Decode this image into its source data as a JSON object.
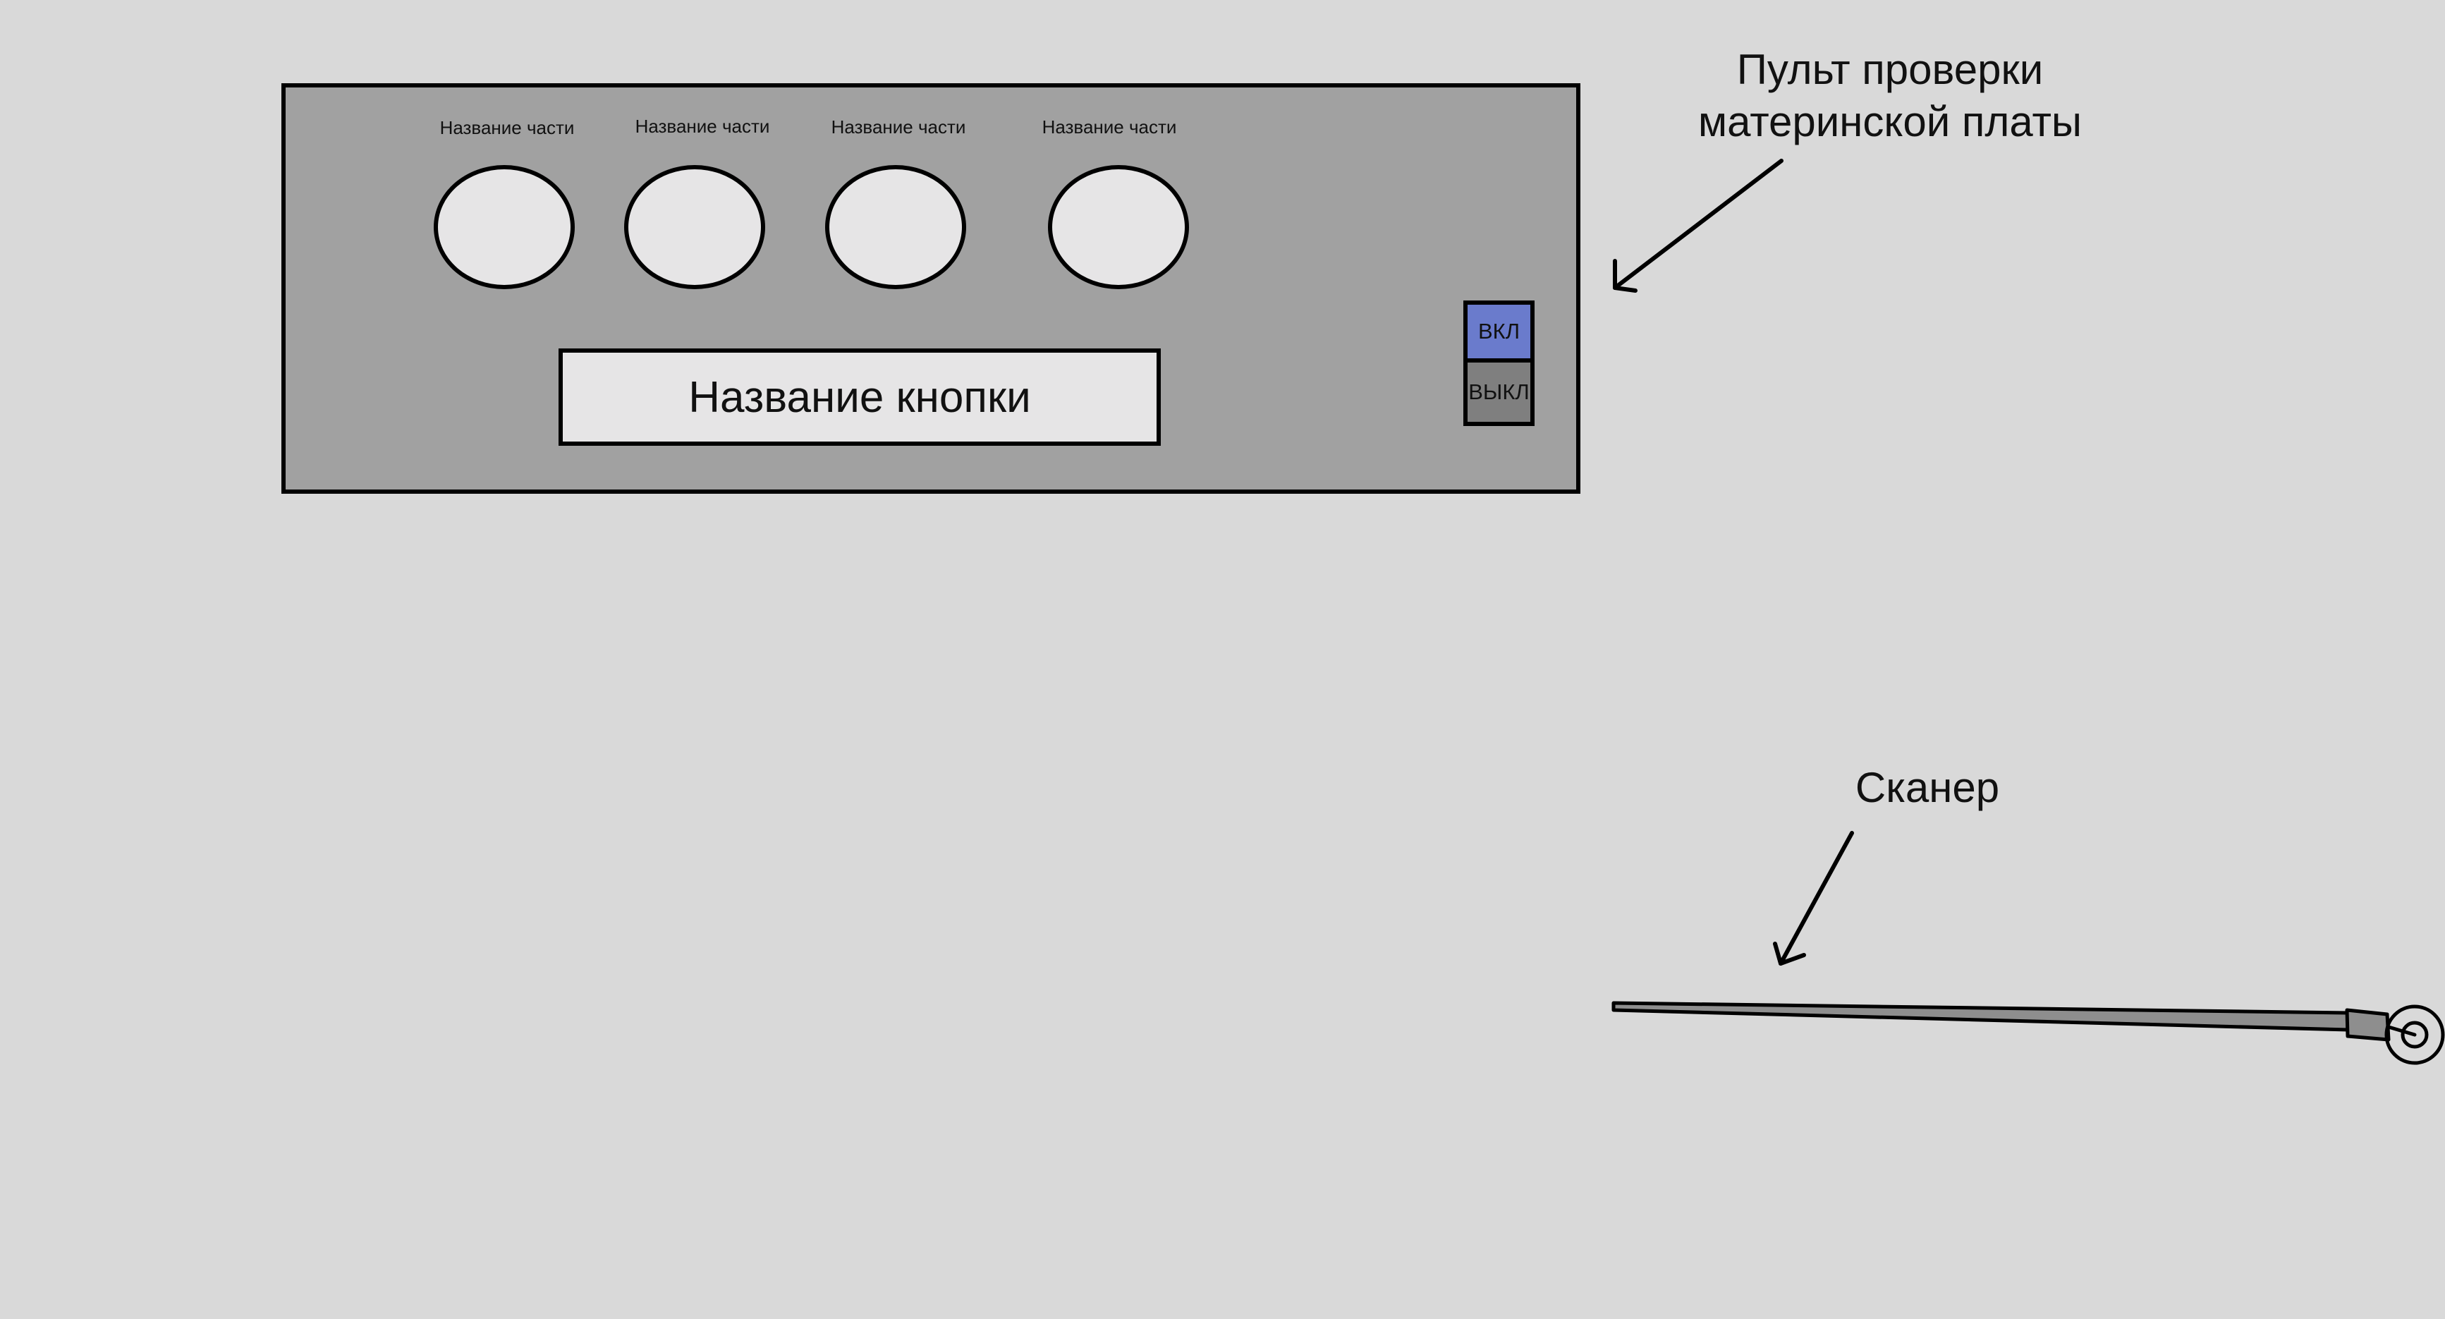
{
  "panel": {
    "part_labels": [
      "Название части",
      "Название части",
      "Название части",
      "Название части"
    ],
    "main_button_label": "Название кнопки",
    "switch": {
      "on_label": "ВКЛ",
      "off_label": "ВЫКЛ"
    }
  },
  "annotations": {
    "panel_title_line1": "Пульт проверки",
    "panel_title_line2": "материнской платы",
    "scanner_label": "Сканер"
  },
  "colors": {
    "background": "#d9d9d9",
    "panel": "#a1a1a1",
    "knob": "#e6e5e6",
    "switch_on": "#6a7bcc",
    "switch_off": "#7f7f7f"
  }
}
